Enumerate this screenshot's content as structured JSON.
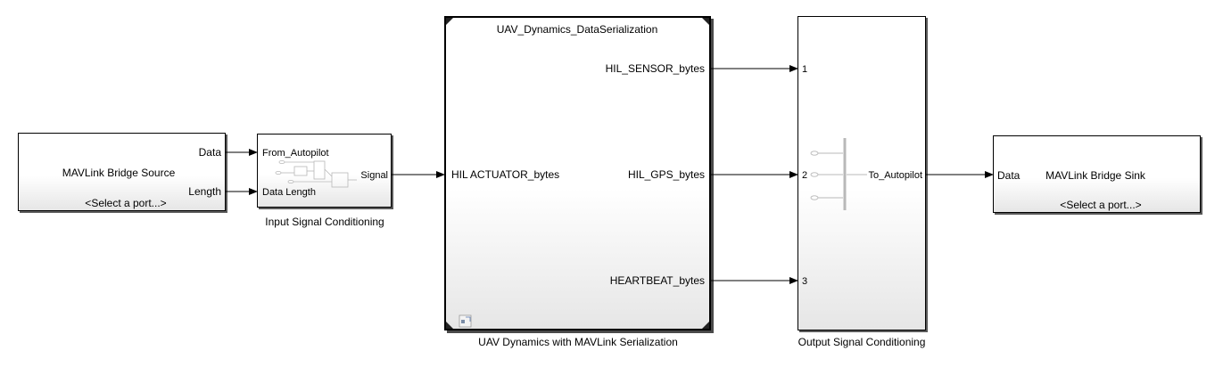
{
  "source_block": {
    "title": "MAVLink Bridge Source",
    "port_select": "<Select a port...>",
    "out_ports": [
      "Data",
      "Length"
    ]
  },
  "input_conditioning": {
    "name": "Input Signal Conditioning",
    "in_ports": [
      "From_Autopilot",
      "Data Length"
    ],
    "out_port": "Signal"
  },
  "uav_dynamics": {
    "title": "UAV_Dynamics_DataSerialization",
    "name": "UAV Dynamics with MAVLink Serialization",
    "in_port": "HIL ACTUATOR_bytes",
    "out_ports": [
      "HIL_SENSOR_bytes",
      "HIL_GPS_bytes",
      "HEARTBEAT_bytes"
    ]
  },
  "output_conditioning": {
    "name": "Output Signal Conditioning",
    "in_ports": [
      "1",
      "2",
      "3"
    ],
    "out_port": "To_Autopilot"
  },
  "sink_block": {
    "title": "MAVLink Bridge Sink",
    "port_select": "<Select a port...>",
    "in_port": "Data"
  }
}
